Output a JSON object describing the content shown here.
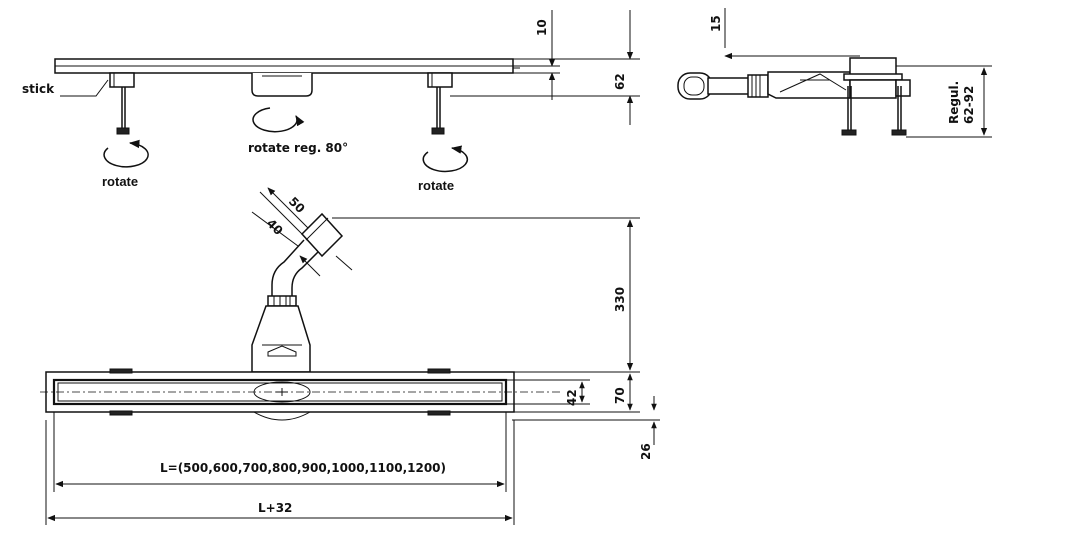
{
  "labels": {
    "stick": "stick",
    "rotate_left": "rotate",
    "rotate_center": "rotate reg. 80°",
    "rotate_right": "rotate",
    "regul_line1": "Regul.",
    "regul_line2": "62-92",
    "length_options": "L=(500,600,700,800,900,1000,1100,1200)",
    "overall_length": "L+32"
  },
  "dimensions": {
    "top_thickness": "10",
    "body_height": "62",
    "side_offset": "15",
    "outlet_outer": "50",
    "outlet_inner": "40",
    "total_height": "330",
    "channel_inner_width": "42",
    "channel_outer_width": "70",
    "flange_offset": "26"
  }
}
